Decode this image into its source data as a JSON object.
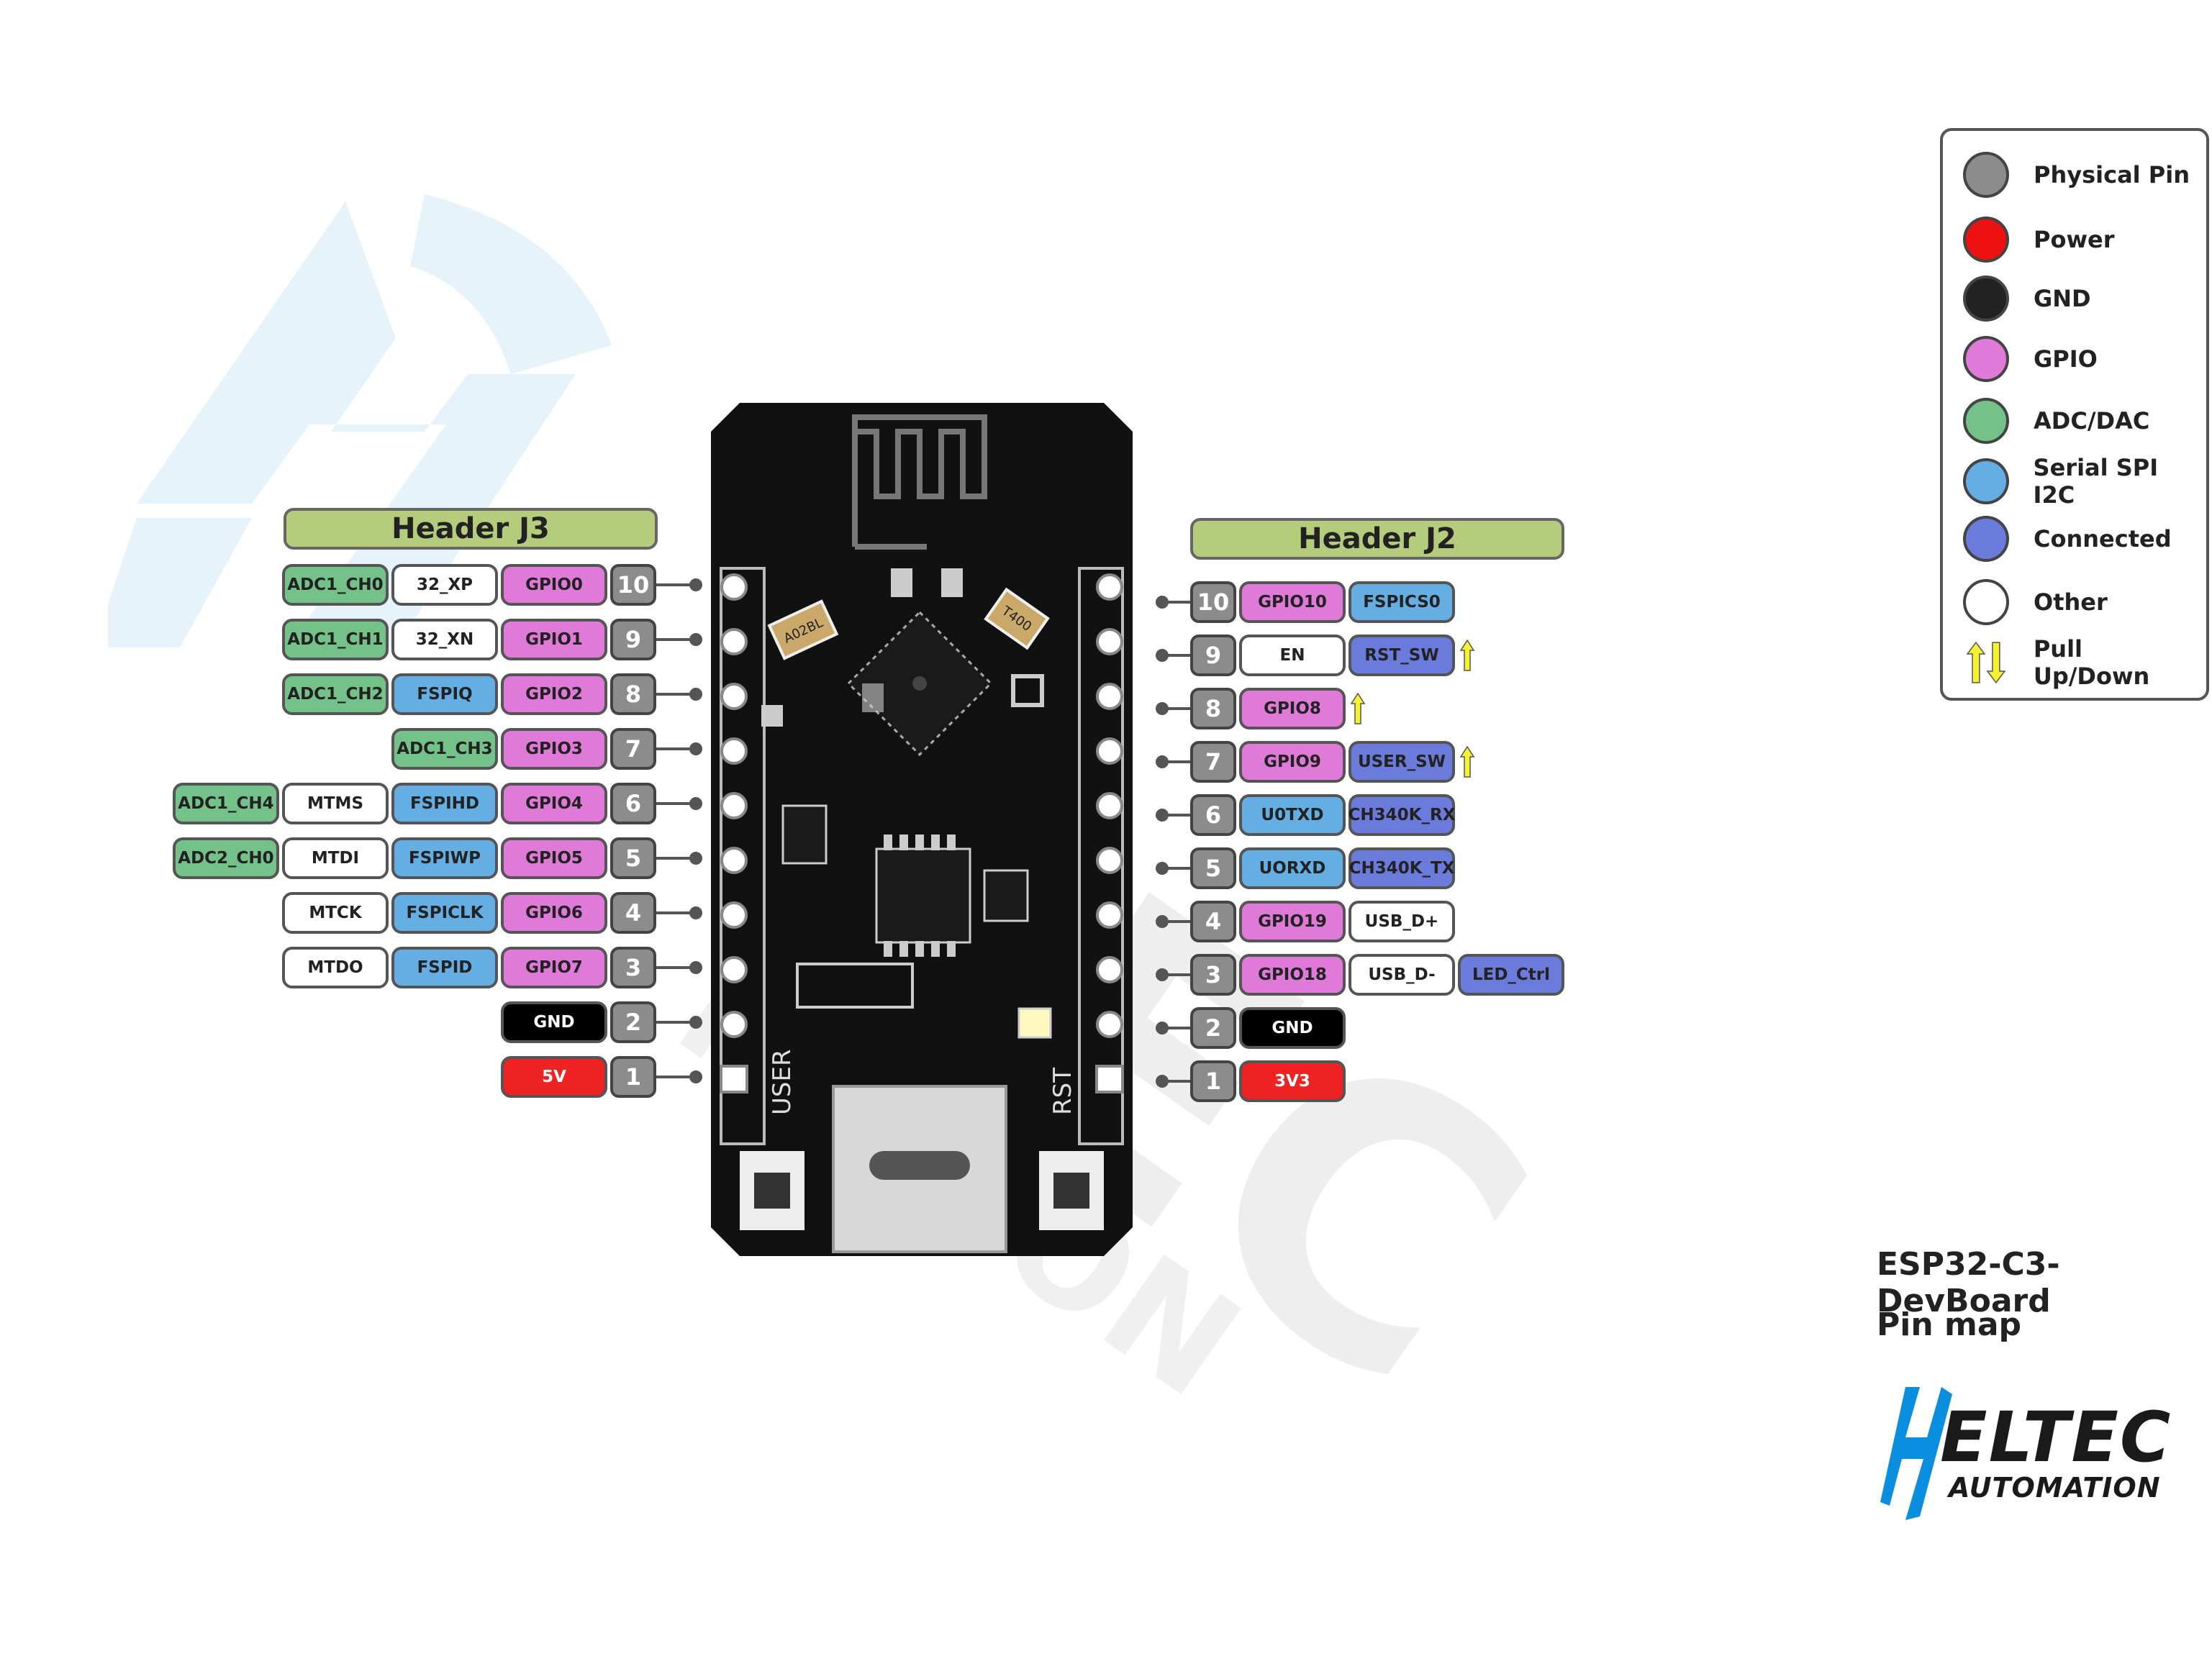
{
  "legend": [
    {
      "label": "Physical Pin",
      "color": "#8c8c8c"
    },
    {
      "label": "Power",
      "color": "#ee1111"
    },
    {
      "label": "GND",
      "color": "#222222"
    },
    {
      "label": "GPIO",
      "color": "#e07ad8"
    },
    {
      "label": "ADC/DAC",
      "color": "#74c18a"
    },
    {
      "label": "Serial SPI I2C",
      "color": "#64aee4"
    },
    {
      "label": "Connected",
      "color": "#6a7bdc"
    },
    {
      "label": "Other",
      "color": "#ffffff"
    },
    {
      "label": "Pull Up/Down",
      "icon": "pull-up-down-arrows-icon"
    }
  ],
  "colors": {
    "gpio": "#e07ad8",
    "adc": "#74c18a",
    "serial": "#64aee4",
    "connected": "#6a7bdc",
    "other": "#ffffff",
    "power": "#ee2222",
    "gnd": "#000000",
    "physical": "#8c8c8c",
    "pull": "#f5f233"
  },
  "header_j3": {
    "title": "Header J3",
    "pins": [
      {
        "num": "10",
        "labels": [
          {
            "t": "GPIO0",
            "c": "gpio"
          },
          {
            "t": "32_XP",
            "c": "other"
          },
          {
            "t": "ADC1_CH0",
            "c": "adc"
          }
        ]
      },
      {
        "num": "9",
        "labels": [
          {
            "t": "GPIO1",
            "c": "gpio"
          },
          {
            "t": "32_XN",
            "c": "other"
          },
          {
            "t": "ADC1_CH1",
            "c": "adc"
          }
        ]
      },
      {
        "num": "8",
        "labels": [
          {
            "t": "GPIO2",
            "c": "gpio"
          },
          {
            "t": "FSPIQ",
            "c": "serial"
          },
          {
            "t": "ADC1_CH2",
            "c": "adc"
          }
        ]
      },
      {
        "num": "7",
        "labels": [
          {
            "t": "GPIO3",
            "c": "gpio"
          },
          {
            "t": "ADC1_CH3",
            "c": "adc"
          }
        ]
      },
      {
        "num": "6",
        "labels": [
          {
            "t": "GPIO4",
            "c": "gpio"
          },
          {
            "t": "FSPIHD",
            "c": "serial"
          },
          {
            "t": "MTMS",
            "c": "other"
          },
          {
            "t": "ADC1_CH4",
            "c": "adc"
          }
        ]
      },
      {
        "num": "5",
        "labels": [
          {
            "t": "GPIO5",
            "c": "gpio"
          },
          {
            "t": "FSPIWP",
            "c": "serial"
          },
          {
            "t": "MTDI",
            "c": "other"
          },
          {
            "t": "ADC2_CH0",
            "c": "adc"
          }
        ]
      },
      {
        "num": "4",
        "labels": [
          {
            "t": "GPIO6",
            "c": "gpio"
          },
          {
            "t": "FSPICLK",
            "c": "serial"
          },
          {
            "t": "MTCK",
            "c": "other"
          }
        ]
      },
      {
        "num": "3",
        "labels": [
          {
            "t": "GPIO7",
            "c": "gpio"
          },
          {
            "t": "FSPID",
            "c": "serial"
          },
          {
            "t": "MTDO",
            "c": "other"
          }
        ]
      },
      {
        "num": "2",
        "labels": [
          {
            "t": "GND",
            "c": "gnd"
          }
        ]
      },
      {
        "num": "1",
        "labels": [
          {
            "t": "5V",
            "c": "power"
          }
        ]
      }
    ]
  },
  "header_j2": {
    "title": "Header J2",
    "pins": [
      {
        "num": "10",
        "labels": [
          {
            "t": "GPIO10",
            "c": "gpio"
          },
          {
            "t": "FSPICS0",
            "c": "serial"
          }
        ]
      },
      {
        "num": "9",
        "labels": [
          {
            "t": "EN",
            "c": "other"
          },
          {
            "t": "RST_SW",
            "c": "connected"
          }
        ],
        "pull": true
      },
      {
        "num": "8",
        "labels": [
          {
            "t": "GPIO8",
            "c": "gpio"
          }
        ],
        "pull": true
      },
      {
        "num": "7",
        "labels": [
          {
            "t": "GPIO9",
            "c": "gpio"
          },
          {
            "t": "USER_SW",
            "c": "connected"
          }
        ],
        "pull": true
      },
      {
        "num": "6",
        "labels": [
          {
            "t": "U0TXD",
            "c": "serial"
          },
          {
            "t": "CH340K_RX",
            "c": "connected"
          }
        ]
      },
      {
        "num": "5",
        "labels": [
          {
            "t": "UORXD",
            "c": "serial"
          },
          {
            "t": "CH340K_TX",
            "c": "connected"
          }
        ]
      },
      {
        "num": "4",
        "labels": [
          {
            "t": "GPIO19",
            "c": "gpio"
          },
          {
            "t": "USB_D+",
            "c": "other"
          }
        ]
      },
      {
        "num": "3",
        "labels": [
          {
            "t": "GPIO18",
            "c": "gpio"
          },
          {
            "t": "USB_D-",
            "c": "other"
          },
          {
            "t": "LED_Ctrl",
            "c": "connected"
          }
        ]
      },
      {
        "num": "2",
        "labels": [
          {
            "t": "GND",
            "c": "gnd"
          }
        ]
      },
      {
        "num": "1",
        "labels": [
          {
            "t": "3V3",
            "c": "power"
          }
        ]
      }
    ]
  },
  "board": {
    "silk_user": "USER",
    "silk_rst": "RST",
    "crystal_left": "A02BL",
    "crystal_right": "T400"
  },
  "title": {
    "line1": "ESP32-C3-DevBoard",
    "line2": "Pin map"
  },
  "logo": {
    "brand": "ELTEC",
    "sub": "AUTOMATION",
    "initial": "H"
  }
}
